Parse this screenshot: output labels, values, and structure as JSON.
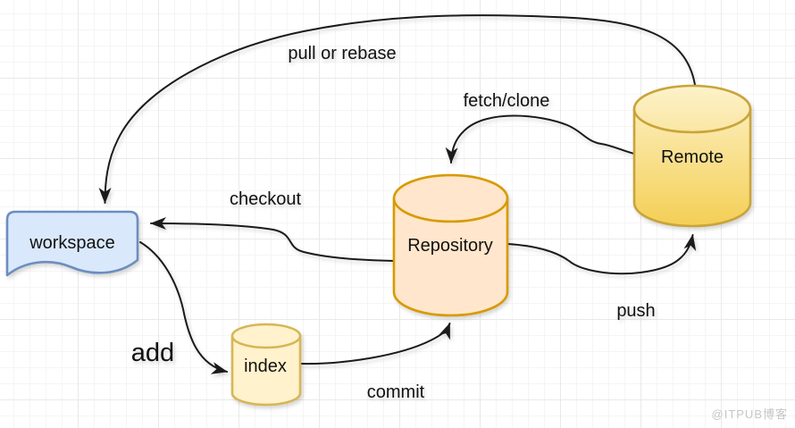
{
  "diagram": {
    "edge_color": "#1b1b1b",
    "nodes": {
      "workspace": {
        "label": "workspace",
        "shape": "document",
        "fill": "#dae8fc",
        "stroke": "#6c8ebf"
      },
      "index": {
        "label": "index",
        "shape": "cylinder",
        "fill": "#fff2cc",
        "stroke": "#d6b656"
      },
      "repository": {
        "label": "Repository",
        "shape": "cylinder",
        "fill": "#ffe6cc",
        "stroke": "#d79b00"
      },
      "remote": {
        "label": "Remote",
        "shape": "cylinder",
        "fill_top": "#fdf2ca",
        "fill_bottom": "#f4cf55",
        "stroke": "#c9a43a"
      }
    },
    "edges": {
      "pull_or_rebase": {
        "label": "pull or rebase",
        "from": "Remote",
        "to": "workspace"
      },
      "fetch_clone": {
        "label": "fetch/clone",
        "from": "Remote",
        "to": "Repository"
      },
      "checkout": {
        "label": "checkout",
        "from": "Repository",
        "to": "workspace"
      },
      "add": {
        "label": "add",
        "from": "workspace",
        "to": "index"
      },
      "commit": {
        "label": "commit",
        "from": "index",
        "to": "Repository"
      },
      "push": {
        "label": "push",
        "from": "Repository",
        "to": "Remote"
      }
    }
  },
  "watermark": {
    "text": "@ITPUB博客"
  }
}
